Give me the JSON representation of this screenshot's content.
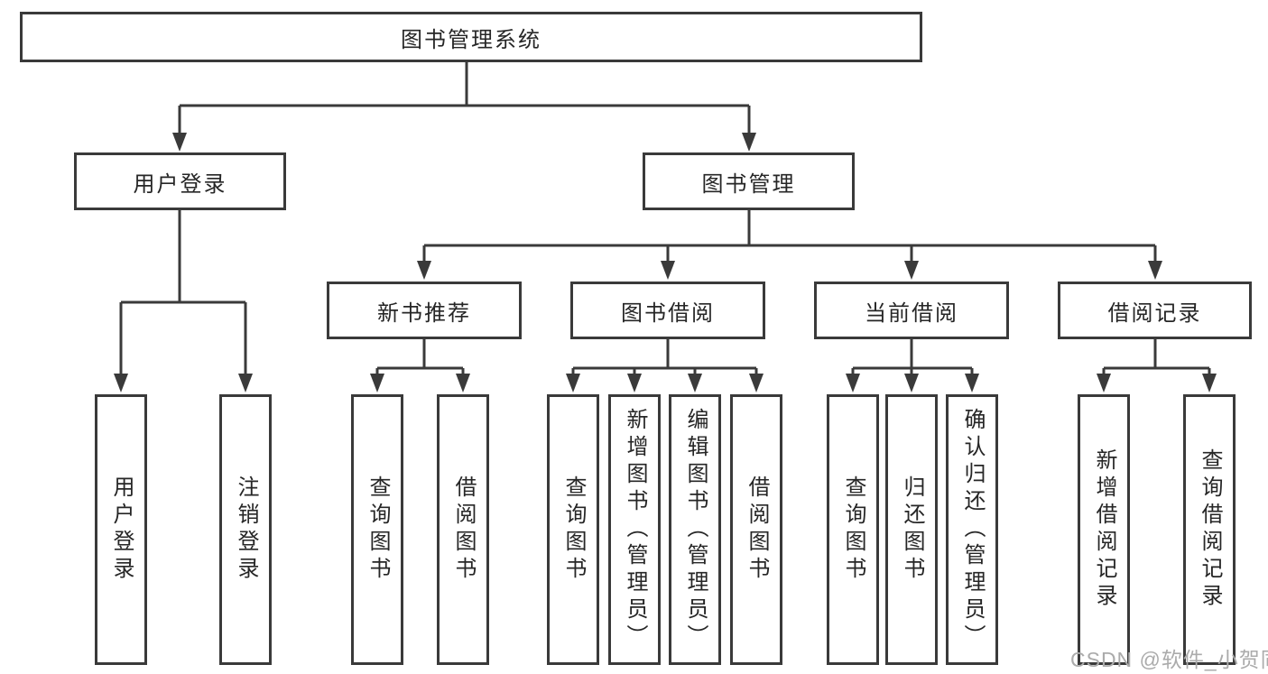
{
  "root": {
    "label": "图书管理系统"
  },
  "branches": {
    "user_login": {
      "label": "用户登录",
      "children": [
        {
          "label": "用户登录"
        },
        {
          "label": "注销登录"
        }
      ]
    },
    "book_mgmt": {
      "label": "图书管理",
      "children": [
        {
          "label": "新书推荐",
          "children": [
            {
              "label": "查询图书"
            },
            {
              "label": "借阅图书"
            }
          ]
        },
        {
          "label": "图书借阅",
          "children": [
            {
              "label": "查询图书"
            },
            {
              "label": "新增图书（管理员）"
            },
            {
              "label": "编辑图书（管理员）"
            },
            {
              "label": "借阅图书"
            }
          ]
        },
        {
          "label": "当前借阅",
          "children": [
            {
              "label": "查询图书"
            },
            {
              "label": "归还图书"
            },
            {
              "label": "确认归还（管理员）"
            }
          ]
        },
        {
          "label": "借阅记录",
          "children": [
            {
              "label": "新增借阅记录"
            },
            {
              "label": "查询借阅记录"
            }
          ]
        }
      ]
    }
  },
  "watermark": {
    "text": "CSDN @软件_小贺同学"
  },
  "colors": {
    "line": "#3a3a3a",
    "text": "#262626",
    "watermark": "#ababab",
    "background": "#ffffff"
  }
}
